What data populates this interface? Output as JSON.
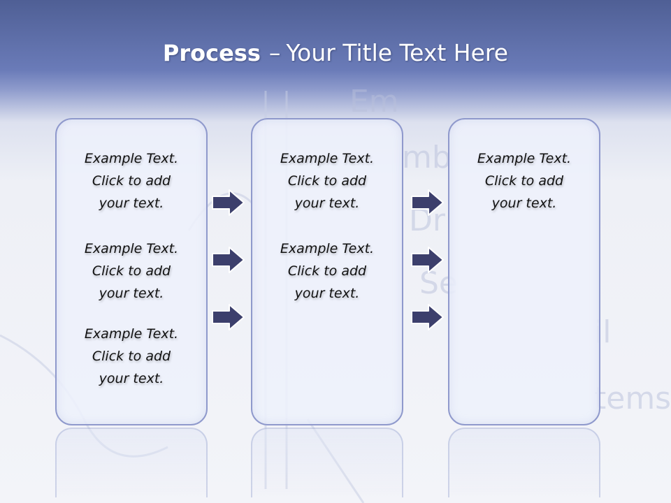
{
  "slide": {
    "title_bold": "Process",
    "title_sep": "–",
    "title_rest": "Your Title Text Here",
    "background_words": [
      "Em",
      "mb",
      "Dr",
      "Se",
      "il",
      "tems"
    ]
  },
  "columns": [
    {
      "items": [
        {
          "l1": "Example Text.",
          "l2": "Click  to add",
          "l3": "your text."
        },
        {
          "l1": "Example Text.",
          "l2": "Click  to add",
          "l3": "your text."
        },
        {
          "l1": "Example Text.",
          "l2": "Click  to add",
          "l3": "your text."
        }
      ]
    },
    {
      "items": [
        {
          "l1": "Example Text.",
          "l2": "Click  to add",
          "l3": "your text."
        },
        {
          "l1": "Example Text.",
          "l2": "Click  to add",
          "l3": "your text."
        }
      ]
    },
    {
      "items": [
        {
          "l1": "Example Text.",
          "l2": "Click  to add",
          "l3": "your text."
        }
      ]
    }
  ],
  "colors": {
    "arrow_fill": "#3c3f6c",
    "arrow_stroke": "#ffffff",
    "box_border": "#8f99cc",
    "header": "#5f70ad"
  },
  "icons": {
    "arrow": "right-arrow-icon"
  }
}
